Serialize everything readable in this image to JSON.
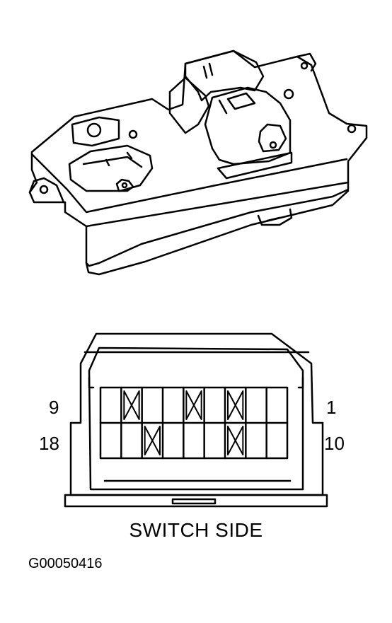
{
  "diagram": {
    "switch_assembly": "power window master switch",
    "connector": {
      "pin_labels": {
        "top_left": "9",
        "bottom_left": "18",
        "top_right": "1",
        "bottom_right": "10"
      },
      "grid": {
        "rows": 2,
        "cols": 9,
        "blanked_cavities": [
          {
            "row": 0,
            "col": 1
          },
          {
            "row": 0,
            "col": 4
          },
          {
            "row": 0,
            "col": 6
          },
          {
            "row": 1,
            "col": 2
          },
          {
            "row": 1,
            "col": 6
          }
        ]
      }
    },
    "caption": "SWITCH SIDE",
    "figure_id": "G00050416"
  }
}
